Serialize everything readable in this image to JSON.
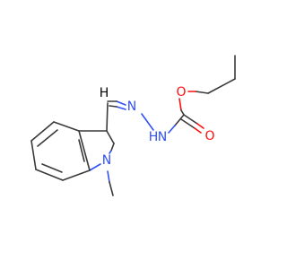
{
  "molecule": {
    "atoms": {
      "o_ester": "O",
      "o_carbonyl": "O",
      "n_hydrazone": "N",
      "n_amide": "N",
      "h_amide": "H",
      "h_vinyl": "H",
      "n_indole": "N"
    },
    "colors": {
      "bond": "#3a3a3a",
      "oxygen": "#ff0d0d",
      "nitrogen": "#3050f8",
      "carbon": "#000000"
    }
  }
}
